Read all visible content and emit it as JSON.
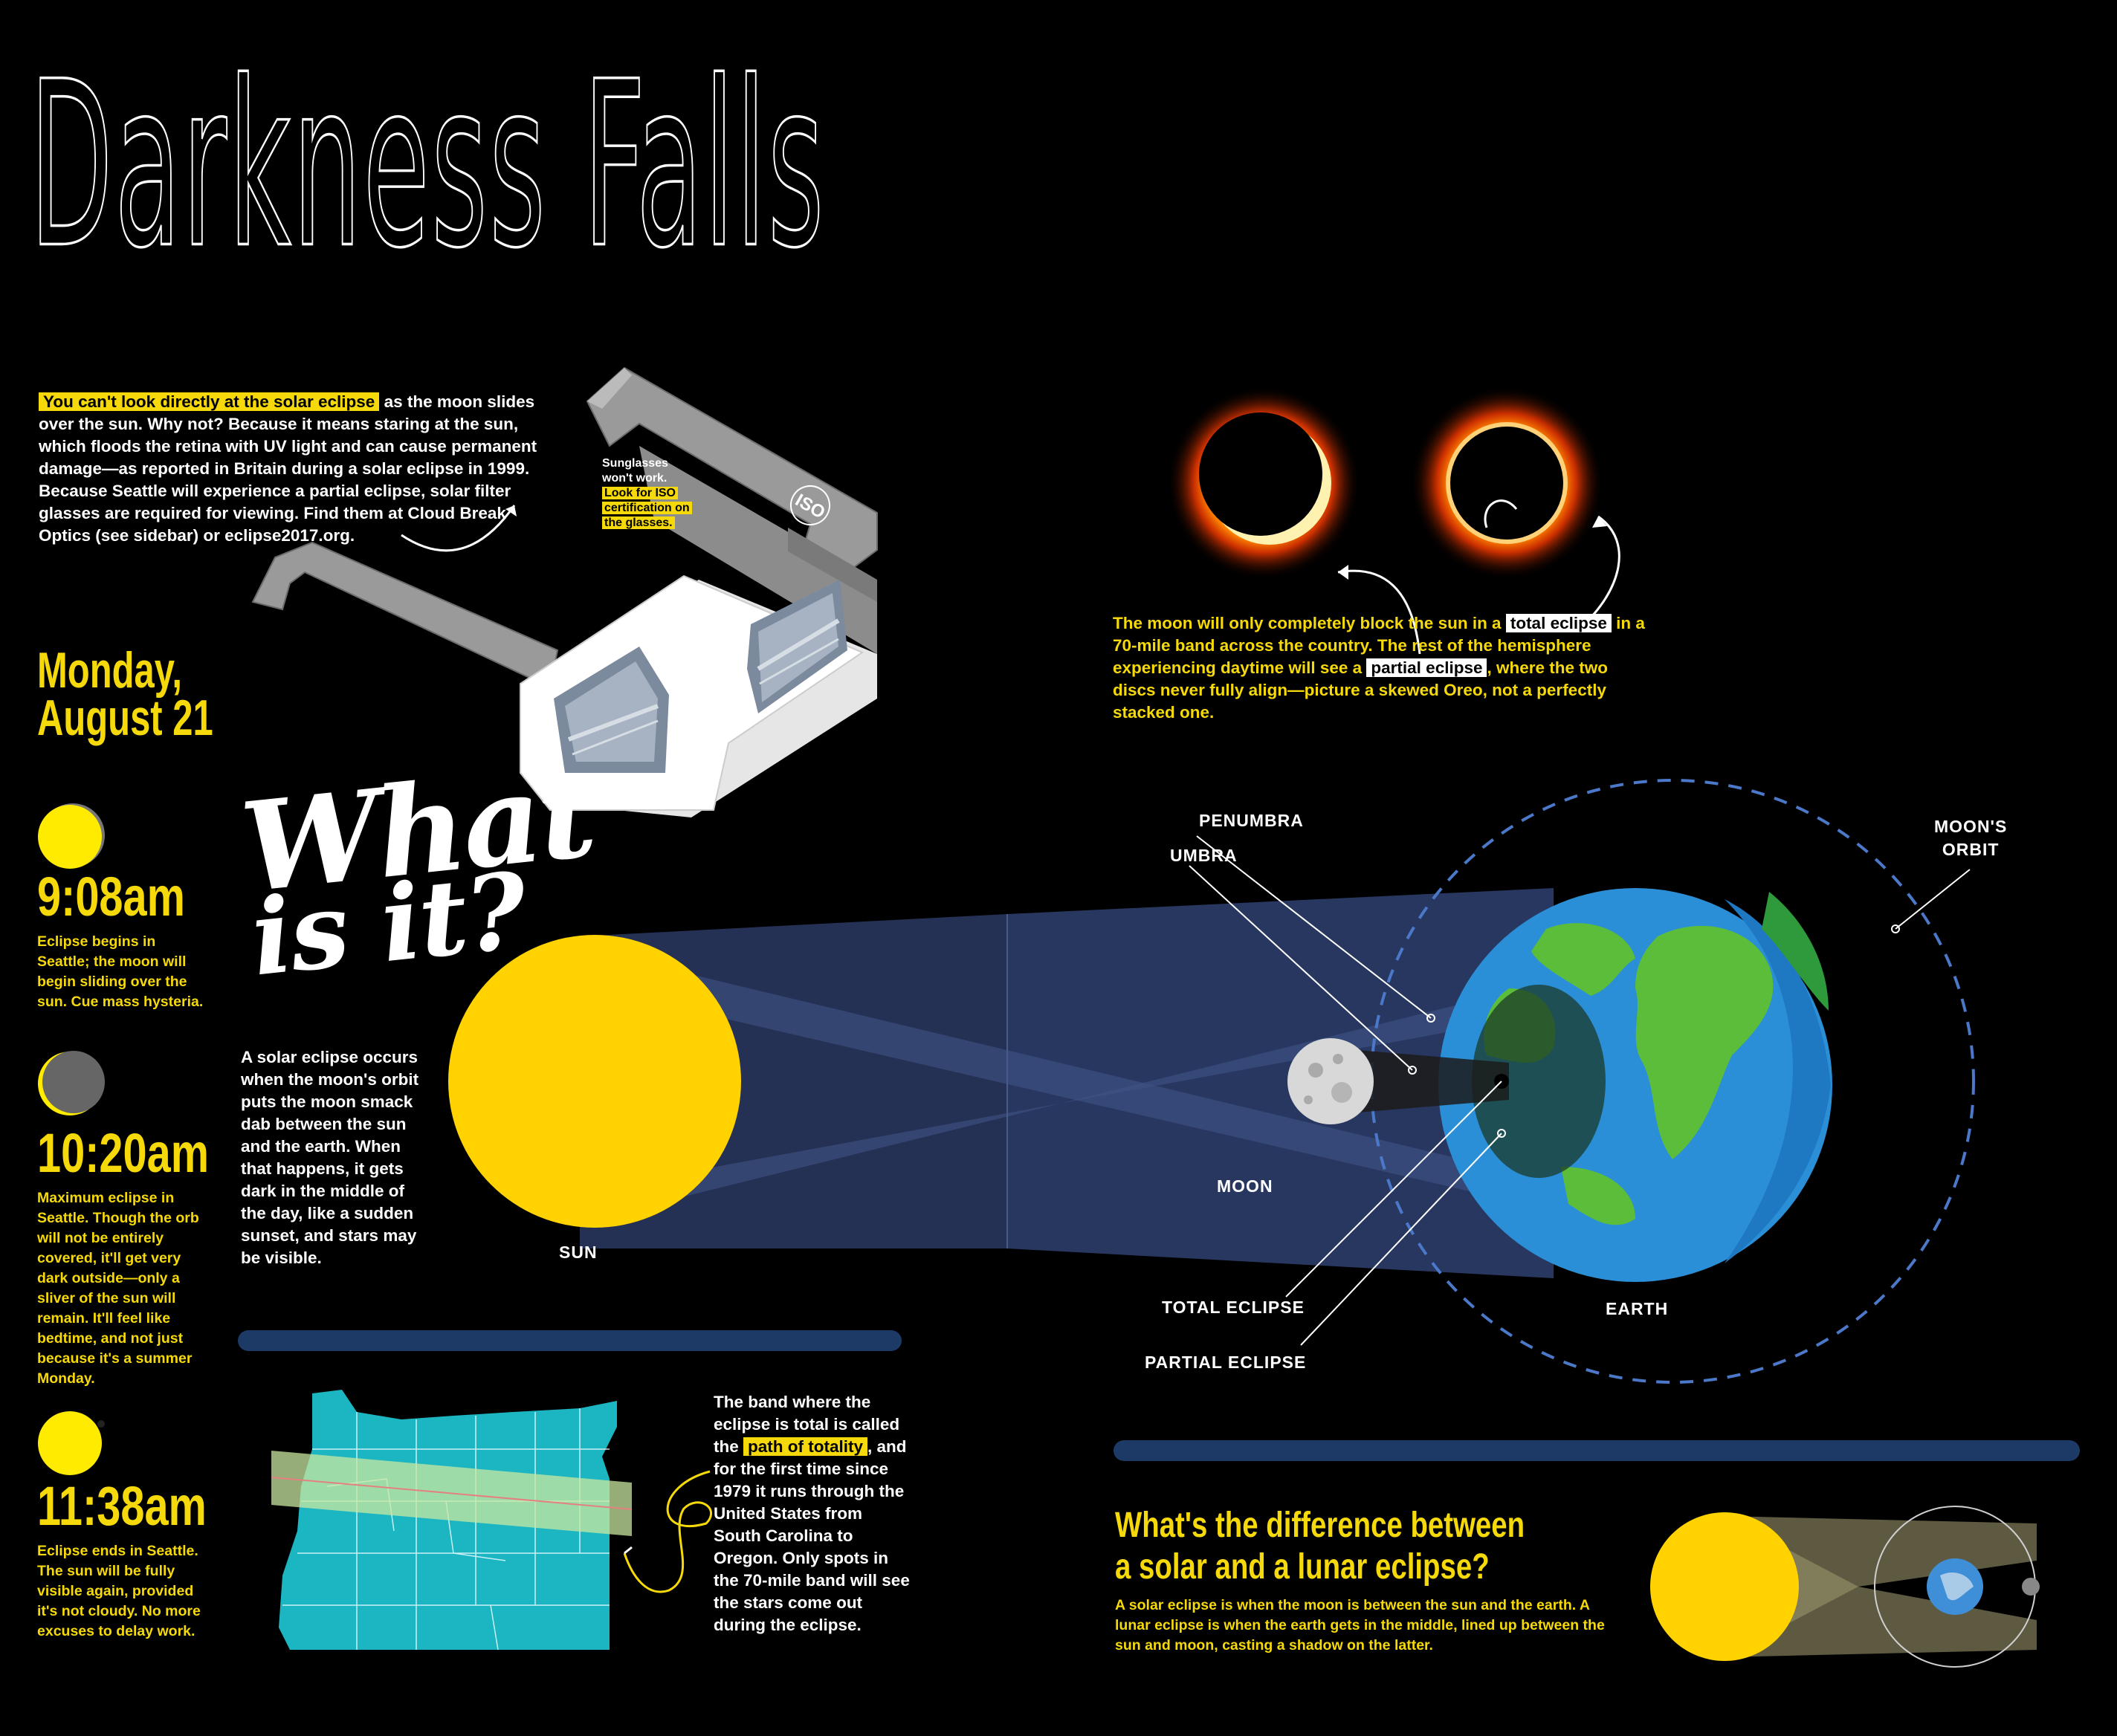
{
  "title": "Darkness Falls",
  "intro": {
    "highlight": "You can't look directly at the solar eclipse",
    "text": " as the moon slides over the sun. Why not? Because it means staring at the sun, which floods the retina with UV light and can cause permanent damage—as reported in Britain during a solar eclipse in 1999. Because Seattle will experience a partial eclipse, solar filter glasses are required for viewing. Find them at Cloud Break Optics (see sidebar) or eclipse2017.org."
  },
  "glasses": {
    "note_line1": "Sunglasses",
    "note_line2": "won't work.",
    "note_hl1": "Look for ISO",
    "note_hl2": "certification on",
    "note_hl3": "the glasses.",
    "logo_text": "ISO"
  },
  "date": {
    "line1": "Monday,",
    "line2": "August 21"
  },
  "timeline": [
    {
      "time": "9:08am",
      "text": "Eclipse begins in Seattle; the moon will begin sliding over the sun. Cue mass hysteria."
    },
    {
      "time": "10:20am",
      "text": "Maximum eclipse in Seattle. Though the orb will not be entirely covered, it'll get very dark outside—only a sliver of the sun will remain. It'll feel like bedtime, and not just because it's a summer Monday."
    },
    {
      "time": "11:38am",
      "text": "Eclipse ends in Seattle. The sun will be fully visible again, provided it's not cloudy. No more excuses to delay work."
    }
  ],
  "what_is_it": {
    "heading1": "What",
    "heading2": "is it?",
    "lead": "A solar eclipse",
    "text": " occurs when the moon's orbit puts the moon smack dab between the sun and the earth. When that happens, it gets dark in the middle of the day, like a sudden sunset, and stars may be visible."
  },
  "eclipse_caption": {
    "t1": "The moon will only completely block the sun in a ",
    "hl1": "total eclipse",
    "t2": " in a 70-mile band across the country. The rest of the hemisphere experiencing daytime will see a ",
    "hl2": "partial eclipse",
    "t3": ", where the two discs never fully align—picture a skewed Oreo, not a perfectly stacked one."
  },
  "diagram_labels": {
    "sun": "SUN",
    "moon": "MOON",
    "earth": "EARTH",
    "penumbra": "PENUMBRA",
    "umbra": "UMBRA",
    "moons_orbit_1": "MOON'S",
    "moons_orbit_2": "ORBIT",
    "total_eclipse": "TOTAL ECLIPSE",
    "partial_eclipse": "PARTIAL ECLIPSE"
  },
  "path_text": {
    "t1": "The band where the eclipse is total is called the ",
    "hl": "path of totality",
    "t2": ", and for the first time since 1979 it runs through the United States from South Carolina to Oregon. Only spots in the 70-mile band will see the stars come out during the eclipse."
  },
  "difference": {
    "heading1": "What's the difference between",
    "heading2": "a solar and a lunar eclipse?",
    "text": "A solar eclipse is when the moon is between the sun and the earth. A lunar eclipse is when the earth gets in the middle, lined up between the sun and moon, casting a shadow on the latter."
  },
  "colors": {
    "yellow": "#f5d90a",
    "sun": "#ffd200",
    "navy_bar": "#1d3a66",
    "oregon": "#1bb6c1",
    "earth_ocean": "#2a8fd6",
    "earth_land": "#5cbd3a"
  }
}
